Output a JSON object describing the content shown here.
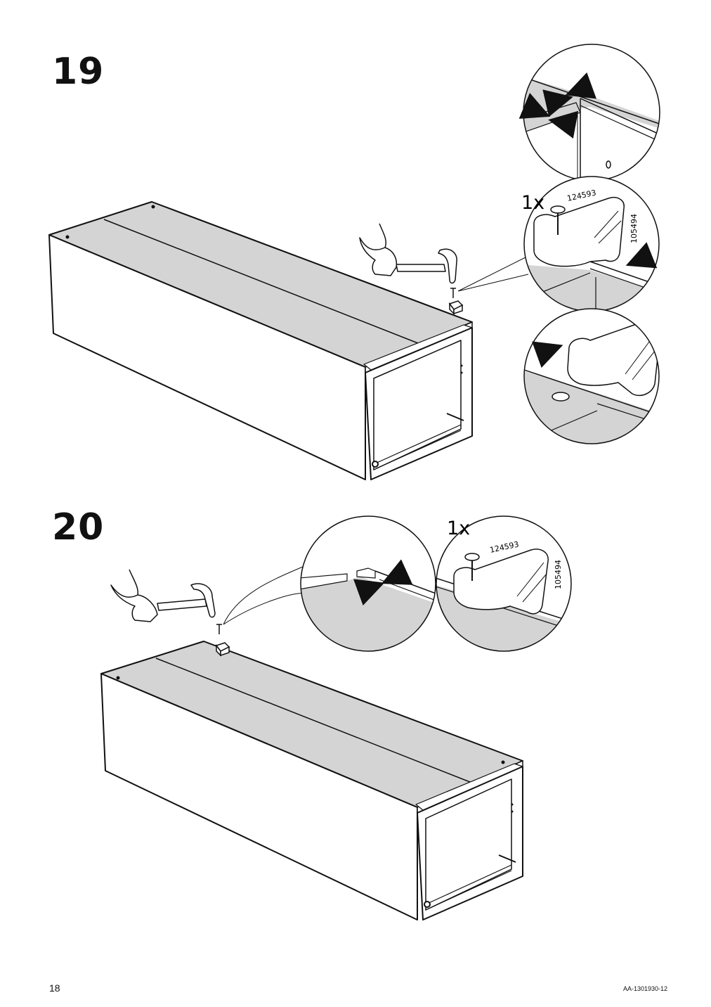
{
  "steps": [
    {
      "number": "19",
      "quantity": "1x",
      "part_top": "124593",
      "part_side": "105494"
    },
    {
      "number": "20",
      "quantity": "1x",
      "part_top": "124593",
      "part_side": "105494"
    }
  ],
  "footer": {
    "page_number": "18",
    "document_code": "AA-1301930-12"
  },
  "colors": {
    "ink": "#111111",
    "panel_grey": "#d4d4d4",
    "paper": "#ffffff"
  },
  "icons": [
    "hammer-icon",
    "hand-icon",
    "nail-icon",
    "bracket-icon",
    "push-arrow-icon"
  ]
}
